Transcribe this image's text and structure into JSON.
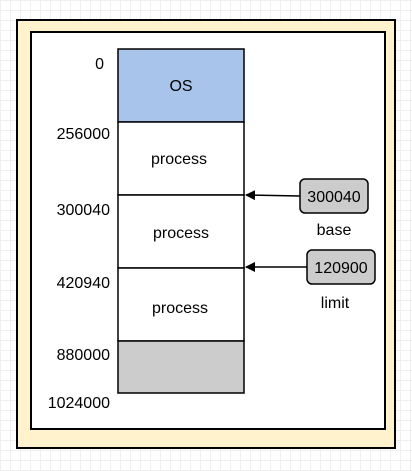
{
  "colors": {
    "frame_fill": "#fff2cc",
    "os_fill": "#a9c4eb",
    "process_fill": "#ffffff",
    "free_fill": "#cccccc",
    "register_fill": "#cccccc",
    "stroke": "#000000"
  },
  "memory": {
    "addresses": [
      "0",
      "256000",
      "300040",
      "420940",
      "880000",
      "1024000"
    ],
    "segments": [
      {
        "label": "OS",
        "kind": "os"
      },
      {
        "label": "process",
        "kind": "process"
      },
      {
        "label": "process",
        "kind": "process"
      },
      {
        "label": "process",
        "kind": "process"
      },
      {
        "label": "",
        "kind": "free"
      }
    ]
  },
  "registers": {
    "base": {
      "value": "300040",
      "name": "base"
    },
    "limit": {
      "value": "120900",
      "name": "limit"
    }
  }
}
